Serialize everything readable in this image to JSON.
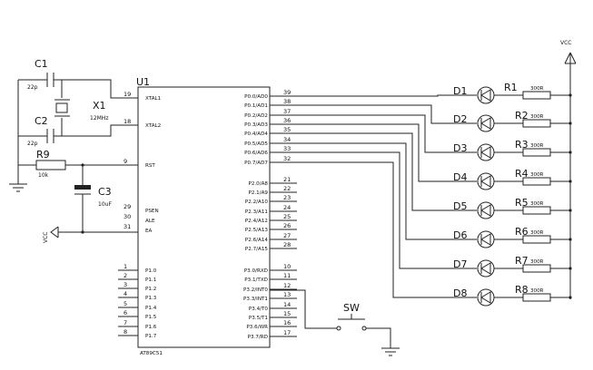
{
  "mcu": {
    "ref": "U1",
    "part": "AT89C51",
    "left_pins": [
      {
        "num": "19",
        "name": "XTAL1"
      },
      {
        "num": "18",
        "name": "XTAL2"
      },
      {
        "num": "9",
        "name": "RST"
      },
      {
        "num": "29",
        "name": "PSEN"
      },
      {
        "num": "30",
        "name": "ALE"
      },
      {
        "num": "31",
        "name": "EA"
      },
      {
        "num": "1",
        "name": "P1.0"
      },
      {
        "num": "2",
        "name": "P1.1"
      },
      {
        "num": "3",
        "name": "P1.2"
      },
      {
        "num": "4",
        "name": "P1.3"
      },
      {
        "num": "5",
        "name": "P1.4"
      },
      {
        "num": "6",
        "name": "P1.5"
      },
      {
        "num": "7",
        "name": "P1.6"
      },
      {
        "num": "8",
        "name": "P1.7"
      }
    ],
    "right_pins": [
      {
        "num": "39",
        "name": "P0.0/AD0"
      },
      {
        "num": "38",
        "name": "P0.1/AD1"
      },
      {
        "num": "37",
        "name": "P0.2/AD2"
      },
      {
        "num": "36",
        "name": "P0.3/AD3"
      },
      {
        "num": "35",
        "name": "P0.4/AD4"
      },
      {
        "num": "34",
        "name": "P0.5/AD5"
      },
      {
        "num": "33",
        "name": "P0.6/AD6"
      },
      {
        "num": "32",
        "name": "P0.7/AD7"
      },
      {
        "num": "21",
        "name": "P2.0/A8"
      },
      {
        "num": "22",
        "name": "P2.1/A9"
      },
      {
        "num": "23",
        "name": "P2.2/A10"
      },
      {
        "num": "24",
        "name": "P2.3/A11"
      },
      {
        "num": "25",
        "name": "P2.4/A12"
      },
      {
        "num": "26",
        "name": "P2.5/A13"
      },
      {
        "num": "27",
        "name": "P2.6/A14"
      },
      {
        "num": "28",
        "name": "P2.7/A15"
      },
      {
        "num": "10",
        "name": "P3.0/RXD"
      },
      {
        "num": "11",
        "name": "P3.1/TXD"
      },
      {
        "num": "12",
        "name": "P3.2/INT0"
      },
      {
        "num": "13",
        "name": "P3.3/INT1"
      },
      {
        "num": "14",
        "name": "P3.4/T0"
      },
      {
        "num": "15",
        "name": "P3.5/T1"
      },
      {
        "num": "16",
        "name": "P3.6/WR"
      },
      {
        "num": "17",
        "name": "P3.7/RD"
      }
    ]
  },
  "crystal": {
    "ref": "X1",
    "value": "12MHz"
  },
  "c1": {
    "ref": "C1",
    "value": "22p"
  },
  "c2": {
    "ref": "C2",
    "value": "22p"
  },
  "c3": {
    "ref": "C3",
    "value": "10uF"
  },
  "r9": {
    "ref": "R9",
    "value": "10k"
  },
  "switch": {
    "ref": "SW"
  },
  "vcc_left": "VCC",
  "vcc_right": "VCC",
  "leds": [
    {
      "diode": "D1",
      "resistor": "R1",
      "value": "300R"
    },
    {
      "diode": "D2",
      "resistor": "R2",
      "value": "300R"
    },
    {
      "diode": "D3",
      "resistor": "R3",
      "value": "300R"
    },
    {
      "diode": "D4",
      "resistor": "R4",
      "value": "300R"
    },
    {
      "diode": "D5",
      "resistor": "R5",
      "value": "300R"
    },
    {
      "diode": "D6",
      "resistor": "R6",
      "value": "300R"
    },
    {
      "diode": "D7",
      "resistor": "R7",
      "value": "300R"
    },
    {
      "diode": "D8",
      "resistor": "R8",
      "value": "300R"
    }
  ]
}
